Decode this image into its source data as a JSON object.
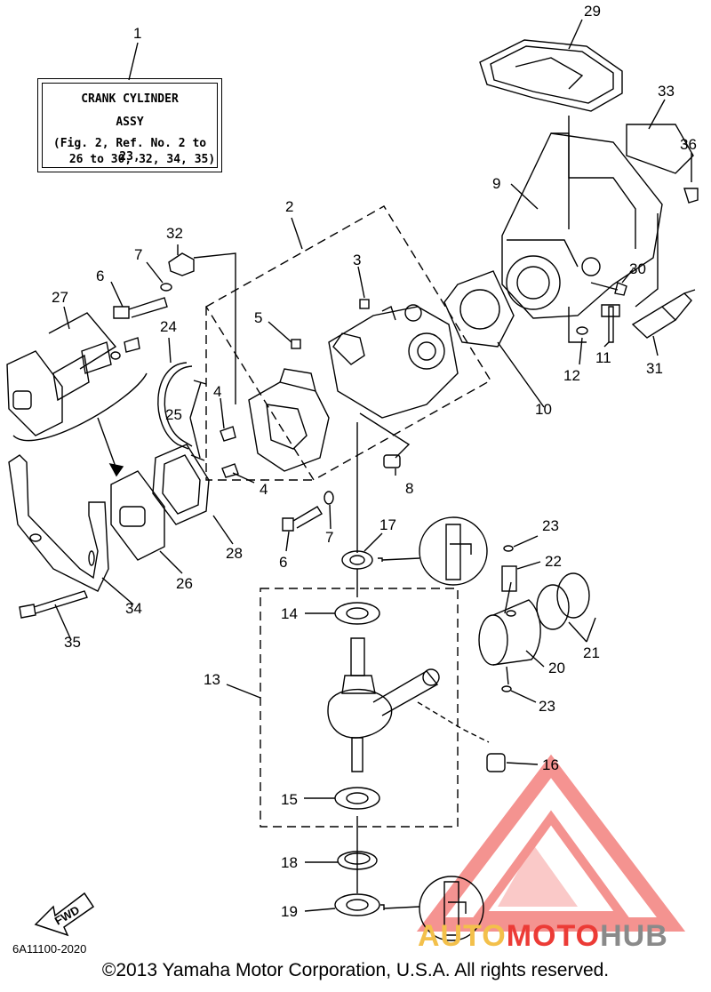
{
  "note": {
    "line1": "CRANK CYLINDER",
    "line2": "ASSY",
    "line3": "(Fig. 2, Ref. No. 2 to 23,",
    "line4": "26 to 30, 32, 34, 35)"
  },
  "callouts": {
    "c1": "1",
    "c2": "2",
    "c3": "3",
    "c4a": "4",
    "c4b": "4",
    "c5": "5",
    "c6a": "6",
    "c6b": "6",
    "c7a": "7",
    "c7b": "7",
    "c8": "8",
    "c9": "9",
    "c10": "10",
    "c11": "11",
    "c12": "12",
    "c13": "13",
    "c14": "14",
    "c15": "15",
    "c16": "16",
    "c17": "17",
    "c18": "18",
    "c19": "19",
    "c20": "20",
    "c21": "21",
    "c22": "22",
    "c23a": "23",
    "c23b": "23",
    "c24": "24",
    "c25": "25",
    "c26": "26",
    "c27": "27",
    "c28": "28",
    "c29": "29",
    "c30": "30",
    "c31": "31",
    "c32": "32",
    "c33": "33",
    "c34": "34",
    "c35": "35",
    "c36": "36"
  },
  "fwd_label": "FWD",
  "catalog_number": "6A11100-2020",
  "copyright": "©2013 Yamaha Motor Corporation, U.S.A. All rights reserved.",
  "watermark": {
    "part1": "AUTO",
    "part2": "MOTO",
    "part3": "HUB"
  },
  "colors": {
    "line": "#000000",
    "watermark_red": "#ec3b36",
    "watermark_yellow": "#f3c04b",
    "watermark_gray": "#8a8a8a"
  }
}
